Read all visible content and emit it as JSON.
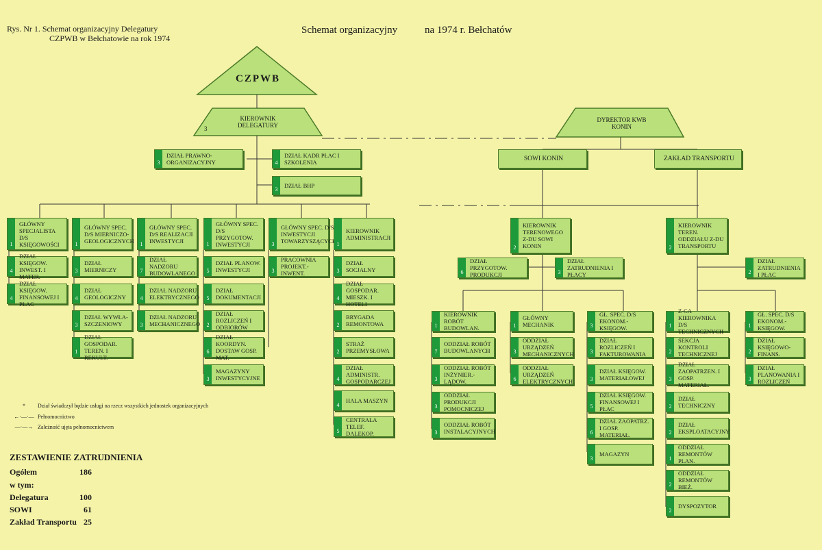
{
  "caption_lines": [
    "Rys. Nr 1.  Schemat organizacyjny Delegatury",
    "CZPWB w Bełchatowie na rok 1974"
  ],
  "title_left": "Schemat organizacyjny",
  "title_right": "na 1974 r. Bełchatów",
  "czpwb": "CZPWB",
  "kierownik": {
    "label": "KIEROWNIK DELEGATURY",
    "num": "3"
  },
  "dyrektor": "DYREKTOR KWB KONIN",
  "boxes": [
    {
      "label": "DZIAŁ PRAWNO-ORGANIZACYJNY",
      "num": "3"
    },
    {
      "label": "DZIAŁ KADR PŁAC I SZKOLENIA",
      "num": "4"
    },
    {
      "label": "DZIAŁ BHP",
      "num": "3"
    },
    {
      "label": "GŁÓWNY SPECJALISTA d/s KSIĘGOWOŚCI",
      "num": "1"
    },
    {
      "label": "DZIAŁ KSIĘGOW. INWEST. I MATER.",
      "num": "4"
    },
    {
      "label": "DZIAŁ KSIĘGOW. FINANSOWEJ I PŁAC",
      "num": "4"
    },
    {
      "label": "GŁÓWNY SPEC. d/s MIERNICZO-GEOLOGICZNYCH",
      "num": "1"
    },
    {
      "label": "DZIAŁ MIERNICZY",
      "num": "3"
    },
    {
      "label": "DZIAŁ GEOLOGICZNY",
      "num": "4"
    },
    {
      "label": "DZIAŁ WYWŁA-SZCZENIOWY",
      "num": "3"
    },
    {
      "label": "DZIAŁ GOSPODAR. TEREN. I REKULT.",
      "num": "1"
    },
    {
      "label": "GŁÓWNY SPEC. d/s REALIZACJI INWESTYCJI",
      "num": "1"
    },
    {
      "label": "DZIAŁ NADZORU BUDOWLANEGO",
      "num": "7"
    },
    {
      "label": "DZIAŁ NADZORU ELEKTRYCZNEGO",
      "num": "4"
    },
    {
      "label": "DZIAŁ NADZORU MECHANICZNEGO",
      "num": "3"
    },
    {
      "label": "GŁÓWNY SPEC. d/s PRZYGOTOW. INWESTYCJI",
      "num": "1"
    },
    {
      "label": "DZIAŁ PLANOW. INWESTYCJI",
      "num": "5"
    },
    {
      "label": "DZIAŁ DOKUMENTACJI",
      "num": "5"
    },
    {
      "label": "DZIAŁ ROZLICZEŃ I ODBIORÓW",
      "num": "2"
    },
    {
      "label": "DZIAŁ KOORDYN. DOSTAW GOSP. MAT.",
      "num": "6"
    },
    {
      "label": "MAGAZYNY INWESTYCYJNE",
      "num": "3"
    },
    {
      "label": "GŁÓWNY SPEC. d/s INWESTYCJI TOWARZYSZĄCYCH",
      "num": "3"
    },
    {
      "label": "PRACOWNIA PROJEKT.-INWENT.",
      "num": "3"
    },
    {
      "label": "KIEROWNIK ADMINISTRACJI",
      "num": "1"
    },
    {
      "label": "DZIAŁ SOCJALNY",
      "num": "3"
    },
    {
      "label": "DZIAŁ GOSPODAR. MIESZK. I HOTELI",
      "num": "4"
    },
    {
      "label": "BRYGADA REMONTOWA",
      "num": "2"
    },
    {
      "label": "STRAŻ PRZEMYSŁOWA",
      "num": "2"
    },
    {
      "label": "DZIAŁ ADMINISTR. GOSPODARCZEJ",
      "num": "4"
    },
    {
      "label": "HALA MASZYN",
      "num": "4"
    },
    {
      "label": "CENTRALA TELEF. DALEKOP.",
      "num": "5"
    },
    {
      "label": "SOWI KONIN",
      "num": ""
    },
    {
      "label": "ZAKŁAD TRANSPORTU",
      "num": ""
    },
    {
      "label": "KIEROWNIK TERENOWEGO Z-DU SOWI KONIN",
      "num": "2"
    },
    {
      "label": "KIEROWNIK TEREN. ODDZIAŁU Z-DU TRANSPORTU",
      "num": "2"
    },
    {
      "label": "DZIAŁ PRZYGOTOW. PRODUKCJI",
      "num": "6"
    },
    {
      "label": "DZIAŁ ZATRUDNIENIA I PŁACY",
      "num": "3"
    },
    {
      "label": "DZIAŁ ZATRUDNIENIA I PŁAC",
      "num": "2"
    },
    {
      "label": "KIEROWNIK ROBÓT BUDOWLAN.",
      "num": "1"
    },
    {
      "label": "ODDZIAŁ ROBÓT BUDOWLANYCH",
      "num": "7"
    },
    {
      "label": "ODDZIAŁ ROBÓT INŻYNIER.-LĄDOW.",
      "num": "3"
    },
    {
      "label": "ODDZIAŁ PRODUKCJI POMOCNICZEJ",
      "num": "3"
    },
    {
      "label": "ODDZIAŁ ROBÓT INSTALACYJNYCH",
      "num": "3"
    },
    {
      "label": "GŁÓWNY MECHANIK",
      "num": "1"
    },
    {
      "label": "ODDZIAŁ URZĄDZEŃ MECHANICZNYCH",
      "num": "3"
    },
    {
      "label": "ODDZIAŁ URZĄDZEŃ ELEKTRYCZNYCH",
      "num": "6"
    },
    {
      "label": "GŁ. SPEC. d/s EKONOM.-KSIĘGOW.",
      "num": "3"
    },
    {
      "label": "DZIAŁ ROZLICZEŃ I FAKTUROWANIA",
      "num": "3"
    },
    {
      "label": "DZIAŁ KSIĘGOW. MATERIAŁOWEJ",
      "num": "3"
    },
    {
      "label": "DZIAŁ KSIĘGOW. FINANSOWEJ I PŁAC",
      "num": "5"
    },
    {
      "label": "DZIAŁ ZAOPATRZ. I GOSP. MATERIAŁ.",
      "num": "6"
    },
    {
      "label": "MAGAZYN",
      "num": "3"
    },
    {
      "label": "Z-CA KIEROWNIKA d/s TECHNICZNYCH",
      "num": "1"
    },
    {
      "label": "SEKCJA KONTROLI TECHNICZNEJ",
      "num": "2"
    },
    {
      "label": "DZIAŁ ZAOPATRZEN. I GOSP. MATERIAŁ.",
      "num": "3"
    },
    {
      "label": "DZIAŁ TECHNICZNY",
      "num": "2"
    },
    {
      "label": "DZIAŁ EKSPLOATACYJNY",
      "num": "2"
    },
    {
      "label": "ODDZIAŁ REMONTÓW PLAN.",
      "num": "1"
    },
    {
      "label": "ODDZIAŁ REMONTÓW BIEŻ.",
      "num": "2"
    },
    {
      "label": "DYSPOZYTOR",
      "num": "2"
    },
    {
      "label": "GŁ. SPEC. d/s EKONOM.-KSIĘGOW.",
      "num": "1"
    },
    {
      "label": "DZIAŁ KSIĘGOWO-FINANS.",
      "num": "2"
    },
    {
      "label": "DZIAŁ PLANOWANIA I ROZLICZEŃ",
      "num": "3"
    }
  ],
  "legend": [
    {
      "symbol": "*",
      "text": "Dział świadczył będzie usługi na rzecz wszystkich jednostek organizacyjnych"
    },
    {
      "symbol": "←·—·—",
      "text": "Pełnomocnictwo"
    },
    {
      "symbol": "—·—→",
      "text": "Zależność ujęta pełnomocnictwem"
    }
  ],
  "stats": {
    "title": "ZESTAWIENIE ZATRUDNIENIA",
    "rows": [
      {
        "label": "Ogółem",
        "value": "186"
      },
      {
        "label": "w tym:",
        "value": ""
      },
      {
        "label": "Delegatura",
        "value": "100"
      },
      {
        "label": "SOWI",
        "value": "61"
      },
      {
        "label": "Zakład Transportu",
        "value": "25"
      }
    ]
  }
}
